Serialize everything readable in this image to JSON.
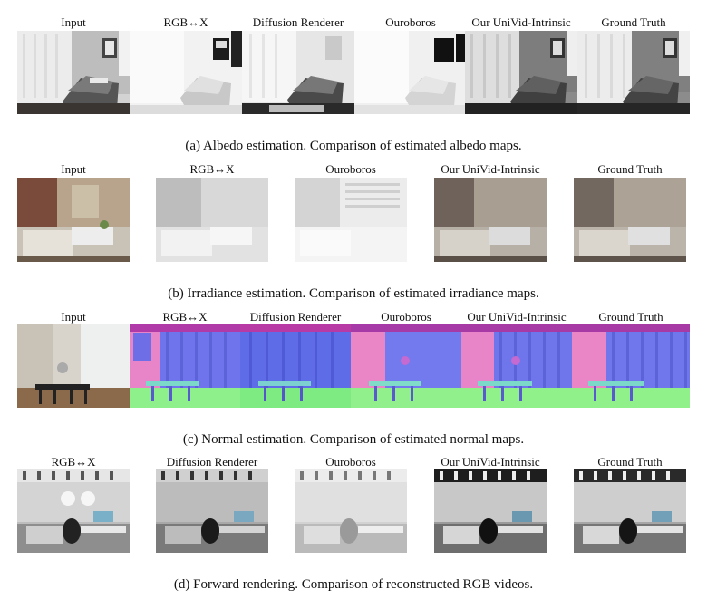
{
  "albedo": {
    "headers": [
      "Input",
      "RGB↔X",
      "Diffusion Renderer",
      "Ouroboros",
      "Our UniVid-Intrinsic",
      "Ground Truth"
    ],
    "caption": "(a) Albedo estimation. Comparison of estimated albedo maps."
  },
  "irradiance": {
    "headers": [
      "Input",
      "RGB↔X",
      "Ouroboros",
      "Our UniVid-Intrinsic",
      "Ground Truth"
    ],
    "caption": "(b) Irradiance estimation. Comparison of estimated irradiance maps."
  },
  "normal": {
    "headers": [
      "Input",
      "RGB↔X",
      "Diffusion Renderer",
      "Ouroboros",
      "Our UniVid-Intrinsic",
      "Ground Truth"
    ],
    "caption": "(c) Normal estimation. Comparison of estimated normal maps."
  },
  "forward": {
    "headers": [
      "RGB↔X",
      "Diffusion Renderer",
      "Ouroboros",
      "Our UniVid-Intrinsic",
      "Ground Truth"
    ],
    "caption": "(d) Forward rendering. Comparison of reconstructed RGB videos."
  }
}
